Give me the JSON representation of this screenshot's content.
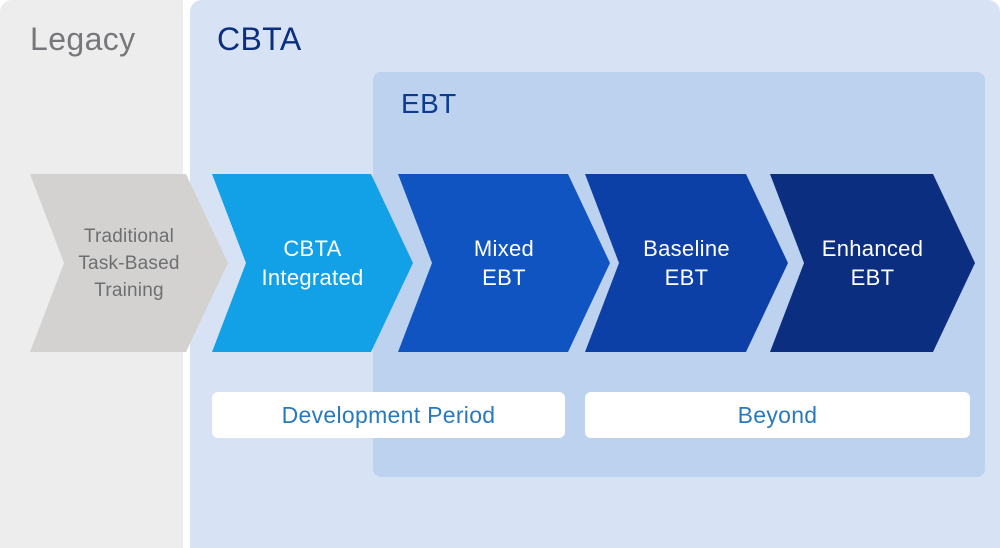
{
  "panels": {
    "legacy": {
      "label": "Legacy",
      "bg_color": "#EDEDED",
      "label_color": "#76777A"
    },
    "cbta": {
      "label": "CBTA",
      "bg_color": "#D7E3F4",
      "label_color": "#0A2F7E"
    },
    "ebt": {
      "label": "EBT",
      "bg_color": "#BDD2EE",
      "label_color": "#0C3C92"
    }
  },
  "chevrons": [
    {
      "id": "traditional-task-based-training",
      "lines": [
        "Traditional",
        "Task-Based",
        "Training"
      ],
      "color": "#D3D2D1",
      "text_color": "#6E6F71"
    },
    {
      "id": "cbta-integrated",
      "lines": [
        "CBTA",
        "Integrated"
      ],
      "color": "#12A1E7",
      "text_color": "#FFFFFF"
    },
    {
      "id": "mixed-ebt",
      "lines": [
        "Mixed",
        "EBT"
      ],
      "color": "#1054C2",
      "text_color": "#FFFFFF"
    },
    {
      "id": "baseline-ebt",
      "lines": [
        "Baseline",
        "EBT"
      ],
      "color": "#0D40A6",
      "text_color": "#FFFFFF"
    },
    {
      "id": "enhanced-ebt",
      "lines": [
        "Enhanced",
        "EBT"
      ],
      "color": "#0B2E81",
      "text_color": "#FFFFFF"
    }
  ],
  "timeline": {
    "development_label": "Development Period",
    "beyond_label": "Beyond",
    "label_color": "#2A79BF",
    "box_color": "#FFFFFF"
  }
}
